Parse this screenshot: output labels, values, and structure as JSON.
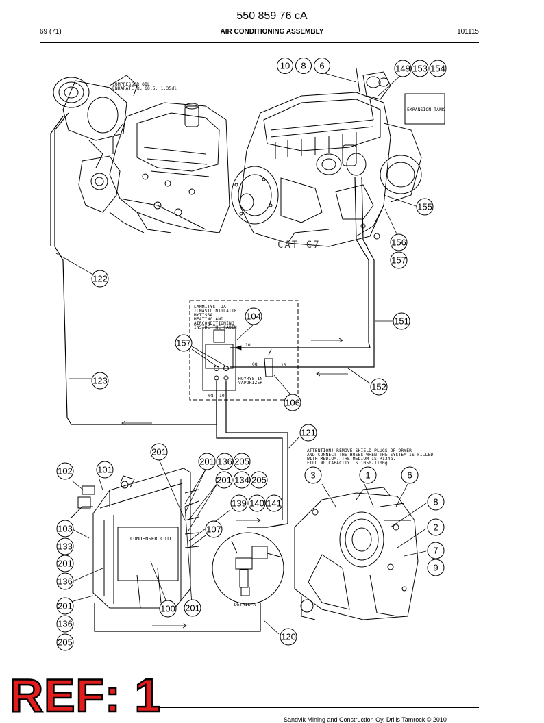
{
  "header": {
    "doc_number": "550 859 76 cA",
    "page": "69 (71)",
    "section_title": "AIR CONDITIONING ASSEMBLY",
    "revision": "101115"
  },
  "drawing": {
    "notes": {
      "compressor_oil_1": "COMPRESSOR OIL",
      "compressor_oil_2": "ENKARATE RL 68.5, 1.35dl",
      "expansion_tank": "EXPANSION TANK",
      "engine_model": "CAT C7",
      "heating_1": "LAMMITYS- JA",
      "heating_2": "ILMASTOINTILAITE",
      "heating_3": "HYTISSA",
      "heating_4": "HEATING AND",
      "heating_5": "AIRCONDITIONING",
      "heating_6": "INSIDE THE CABIN",
      "vaporizer_1": "HOYRYSTIN",
      "vaporizer_2": "VAPORIZER",
      "attention_1": "ATTENTION! REMOVE SHIELD PLUGS OF DRYER",
      "attention_2": "AND CONNECT THE HOSES WHEN THE SYSTEM IS FILLED",
      "attention_3": "WITH MEDIUM. THE MEDIUM IS R134a.",
      "attention_4": "FILLING CAPACITY IS 1050-1100g.",
      "condenser_coil": "CONDENSER COIL",
      "detail_a": "DETAIL A",
      "size_10a": "10",
      "size_08a": "08",
      "size_10b": "10",
      "size_08b": "08",
      "size_10c": "10"
    },
    "callouts": [
      "10",
      "8",
      "6",
      "149",
      "153",
      "154",
      "155",
      "156",
      "157",
      "122",
      "104",
      "151",
      "157",
      "152",
      "106",
      "123",
      "121",
      "201",
      "201",
      "136",
      "205",
      "102",
      "101",
      "201",
      "134",
      "205",
      "3",
      "1",
      "6",
      "139",
      "140",
      "141",
      "8",
      "103",
      "107",
      "2",
      "133",
      "7",
      "201",
      "9",
      "136",
      "201",
      "100",
      "201",
      "136",
      "120",
      "205"
    ]
  },
  "ref_stamp": "REF: 1",
  "footer": {
    "copyright": "Sandvik Mining and Construction Oy, Drills Tamrock © 2010"
  }
}
